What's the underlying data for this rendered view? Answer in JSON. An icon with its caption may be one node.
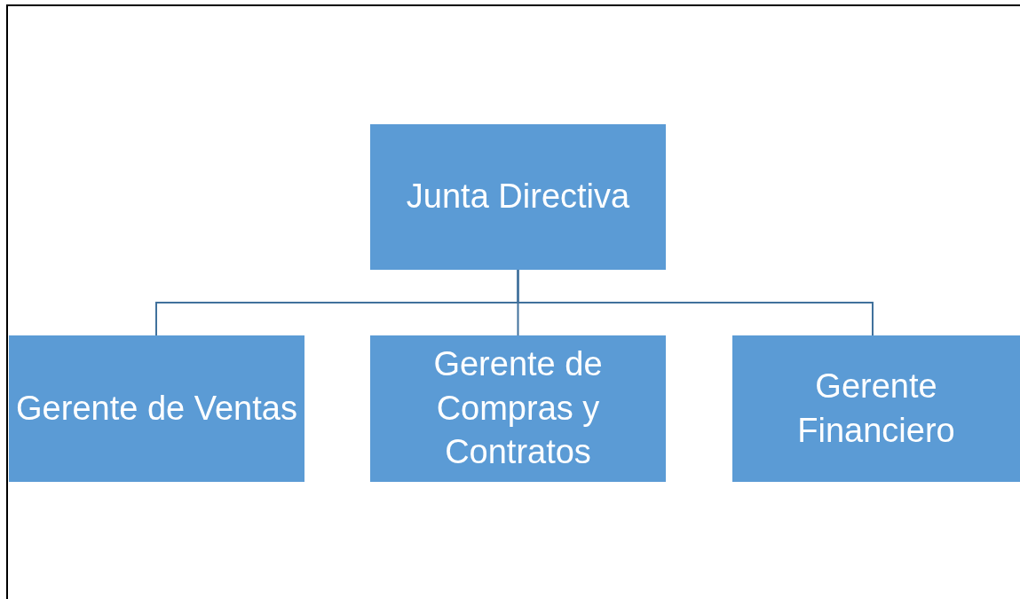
{
  "diagram": {
    "nodes": [
      {
        "text": [
          "Junta Directiva"
        ]
      },
      {
        "text": [
          "Gerente de Ventas"
        ]
      },
      {
        "text": [
          "Gerente de Compras y Contratos"
        ]
      },
      {
        "text": [
          "Gerente Financiero"
        ]
      }
    ],
    "edges": [
      {
        "from": 0,
        "to": 1,
        "arrow": "none"
      },
      {
        "from": 0,
        "to": 2,
        "arrow": "none"
      },
      {
        "from": 0,
        "to": 3,
        "arrow": "none"
      }
    ]
  }
}
